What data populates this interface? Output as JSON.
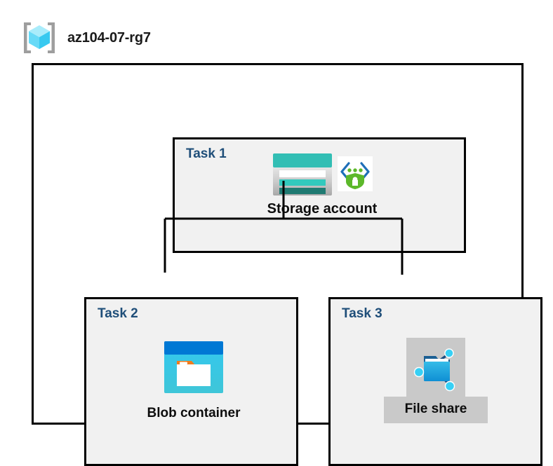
{
  "diagram": {
    "resource_group": {
      "name": "az104-07-rg7",
      "icon": "resource-group-cube-icon"
    },
    "tasks": [
      {
        "id": "task1",
        "label": "Task 1",
        "node": {
          "caption": "Storage account",
          "icons": [
            "storage-account-icon",
            "storage-security-shield-icon"
          ]
        }
      },
      {
        "id": "task2",
        "label": "Task 2",
        "node": {
          "caption": "Blob container",
          "icons": [
            "blob-container-icon"
          ]
        }
      },
      {
        "id": "task3",
        "label": "Task 3",
        "node": {
          "caption": "File share",
          "icons": [
            "file-share-icon"
          ]
        }
      }
    ],
    "connections": [
      {
        "from": "task1",
        "to": "task2"
      },
      {
        "from": "task1",
        "to": "task3"
      }
    ],
    "colors": {
      "task_label": "#1F4E79",
      "task_box_fill": "#F1F1F1",
      "border": "#000000",
      "storage_teal": "#32BEB4",
      "storage_dark_teal": "#1F7A72",
      "blob_blue": "#0078D4",
      "blob_cyan": "#32C8E6",
      "blob_orange": "#F07C1E",
      "shield_green": "#5CB82A",
      "fileshare_plate": "#C9C9C9",
      "cube_cyan": "#7EE0FA"
    }
  }
}
